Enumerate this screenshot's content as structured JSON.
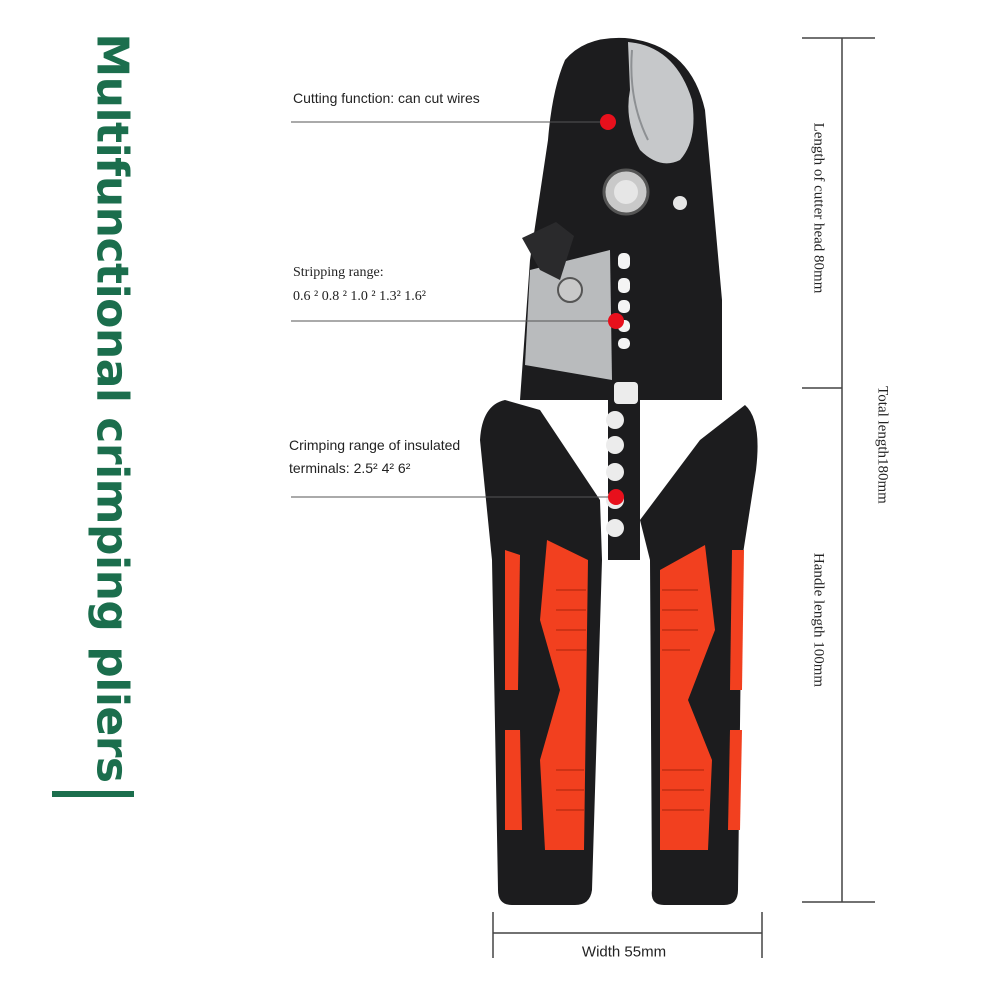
{
  "title": "Multifunctional crimping pliers",
  "callouts": {
    "cutting": "Cutting function: can cut wires",
    "stripping_title": "Stripping range:",
    "stripping_values": "0.6 ² 0.8 ² 1.0 ² 1.3² 1.6²",
    "crimping_title": "Crimping range of insulated",
    "crimping_values": "terminals:  2.5² 4² 6²"
  },
  "dimensions": {
    "cutter_head": "Length of cutter head 80mm",
    "handle": "Handle length 100mm",
    "total": "Total length180mm",
    "width": "Width 55mm"
  },
  "colors": {
    "brand_green": "#1b6e4d",
    "marker_red": "#e8101c",
    "grip_orange": "#f2401f",
    "body_black": "#1c1c1e",
    "blade_steel": "#b9bbbd"
  }
}
